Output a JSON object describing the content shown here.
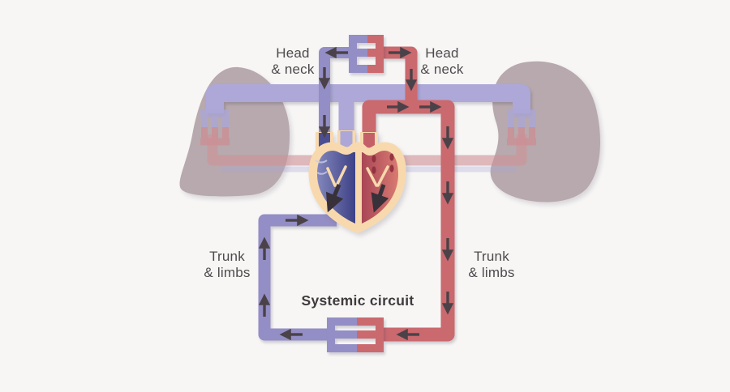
{
  "diagram": {
    "title": "Systemic circuit",
    "labels": {
      "head_neck_left": {
        "line1": "Head",
        "line2": "& neck"
      },
      "head_neck_right": {
        "line1": "Head",
        "line2": "& neck"
      },
      "trunk_limbs_left": {
        "line1": "Trunk",
        "line2": "& limbs"
      },
      "trunk_limbs_right": {
        "line1": "Trunk",
        "line2": "& limbs"
      }
    },
    "regions": {
      "head_capillary_bed": "Head & neck capillary bed",
      "trunk_capillary_bed": "Trunk & limbs capillary bed",
      "heart": "Heart (blue right side, red left side)",
      "lungs": "Lungs (faded pulmonary circuit)"
    }
  },
  "colors": {
    "background": "#F7F6F5",
    "vein_blue": "#948EC6",
    "artery_red": "#CA696E",
    "pulmonary_lavender": "#ADA8D7",
    "pulmonary_vein_faded": "#CF9399",
    "lung": "#B2A3A7",
    "heart_outline": "#F8D9AE",
    "heart_blue_dark": "#3D4186",
    "heart_blue_light": "#8387BC",
    "heart_red_dark": "#A84655",
    "heart_red_light": "#D97A72",
    "flow_arrow": "#4A4248",
    "label_text": "#4F4A4C",
    "title_text": "#3F3B3D"
  }
}
